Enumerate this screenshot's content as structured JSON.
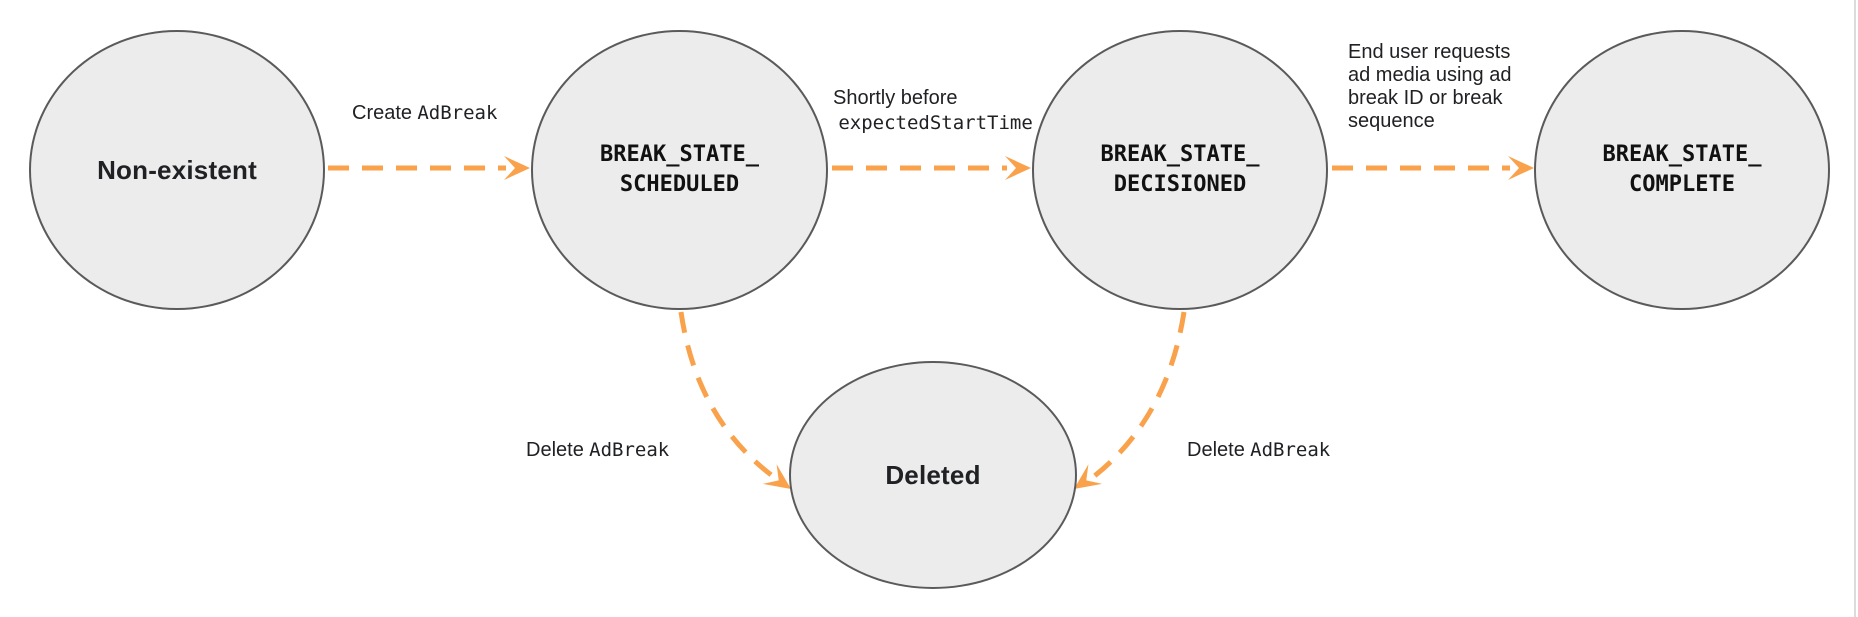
{
  "colors": {
    "arrow": "#F9A24B",
    "node_fill": "#ECECEC",
    "node_border": "#5A5A5A",
    "text": "#202124",
    "divider": "#DCDCDC"
  },
  "diagram": {
    "type": "state-machine",
    "nodes": [
      {
        "id": "non-existent",
        "label": "Non-existent"
      },
      {
        "id": "break-state-scheduled",
        "label_line1": "BREAK_STATE_",
        "label_line2": "SCHEDULED"
      },
      {
        "id": "break-state-decisioned",
        "label_line1": "BREAK_STATE_",
        "label_line2": "DECISIONED"
      },
      {
        "id": "break-state-complete",
        "label_line1": "BREAK_STATE_",
        "label_line2": "COMPLETE"
      },
      {
        "id": "deleted",
        "label": "Deleted"
      }
    ],
    "transitions": [
      {
        "from": "non-existent",
        "to": "break-state-scheduled",
        "label_plain": "Create",
        "label_code": "AdBreak"
      },
      {
        "from": "break-state-scheduled",
        "to": "break-state-decisioned",
        "label_plain": "Shortly before",
        "label_code": "expectedStartTime"
      },
      {
        "from": "break-state-decisioned",
        "to": "break-state-complete",
        "label_plain": "End user requests ad media using ad break ID or break sequence"
      },
      {
        "from": "break-state-scheduled",
        "to": "deleted",
        "label_plain": "Delete",
        "label_code": "AdBreak"
      },
      {
        "from": "break-state-decisioned",
        "to": "deleted",
        "label_plain": "Delete",
        "label_code": "AdBreak"
      }
    ]
  }
}
